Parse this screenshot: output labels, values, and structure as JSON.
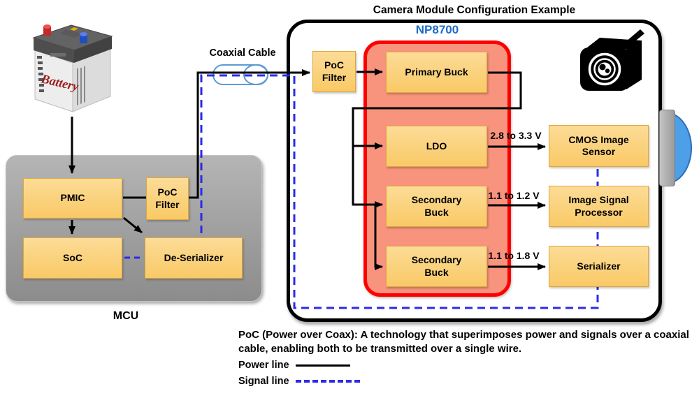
{
  "colors": {
    "signal-blue": "#2B2BE8",
    "chip-blue": "#1E6BC8",
    "np-red": "#FF0000",
    "np-fill": "#F8937E",
    "box-top": "#FCDC97",
    "box-bottom": "#F9C966",
    "box-border": "#DFA63B",
    "lens-blue": "#4D9FE8",
    "coax-blue": "#5B9BD5",
    "battery-red": "#9B1C1C"
  },
  "battery": {
    "label": "Battery"
  },
  "mcu": {
    "label": "MCU",
    "pmic": "PMIC",
    "poc_filter": "PoC\nFilter",
    "soc": "SoC",
    "deserializer": "De-Serializer"
  },
  "coax": {
    "label": "Coaxial Cable"
  },
  "module": {
    "title": "Camera Module Configuration Example",
    "chip": "NP8700",
    "poc_filter": "PoC\nFilter",
    "primary_buck": "Primary Buck",
    "ldo": "LDO",
    "secondary_buck_1": "Secondary\nBuck",
    "secondary_buck_2": "Secondary\nBuck",
    "cmos": "CMOS Image\nSensor",
    "isp": "Image Signal\nProcessor",
    "serializer": "Serializer",
    "voltage_ldo": "2.8 to 3.3 V",
    "voltage_sb1": "1.1 to 1.2 V",
    "voltage_sb2": "1.1 to 1.8 V"
  },
  "footnote": "PoC (Power over Coax): A technology that superimposes power and signals over a coaxial cable, enabling both to be transmitted over a single wire.",
  "legend": {
    "power": "Power line",
    "signal": "Signal line"
  }
}
